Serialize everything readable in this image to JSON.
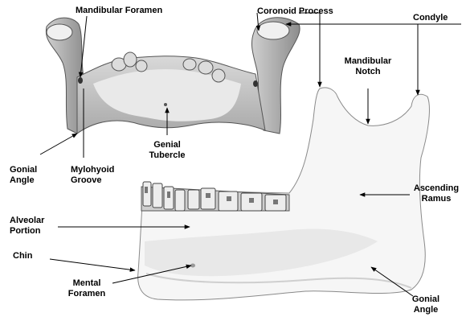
{
  "labels": {
    "mandibular_foramen": "Mandibular Foramen",
    "coronoid_process": "Coronoid Process",
    "condyle": "Condyle",
    "mandibular_notch": [
      "Mandibular",
      "Notch"
    ],
    "gonial_angle_left": [
      "Gonial",
      "Angle"
    ],
    "mylohyoid_groove": [
      "Mylohyoid",
      "Groove"
    ],
    "genial_tubercle": [
      "Genial",
      "Tubercle"
    ],
    "ascending_ramus": [
      "Ascending",
      "Ramus"
    ],
    "alveolar_portion": [
      "Alveolar",
      "Portion"
    ],
    "chin": "Chin",
    "mental_foramen": [
      "Mental",
      "Foramen"
    ],
    "gonial_angle_right": [
      "Gonial",
      "Angle"
    ]
  },
  "colors": {
    "bone_light": "#f4f4f4",
    "bone_shadow": "#b9b9b9",
    "bone_dark": "#6f6f6f",
    "tooth": "#e3e3e3",
    "leader": "#000000"
  }
}
